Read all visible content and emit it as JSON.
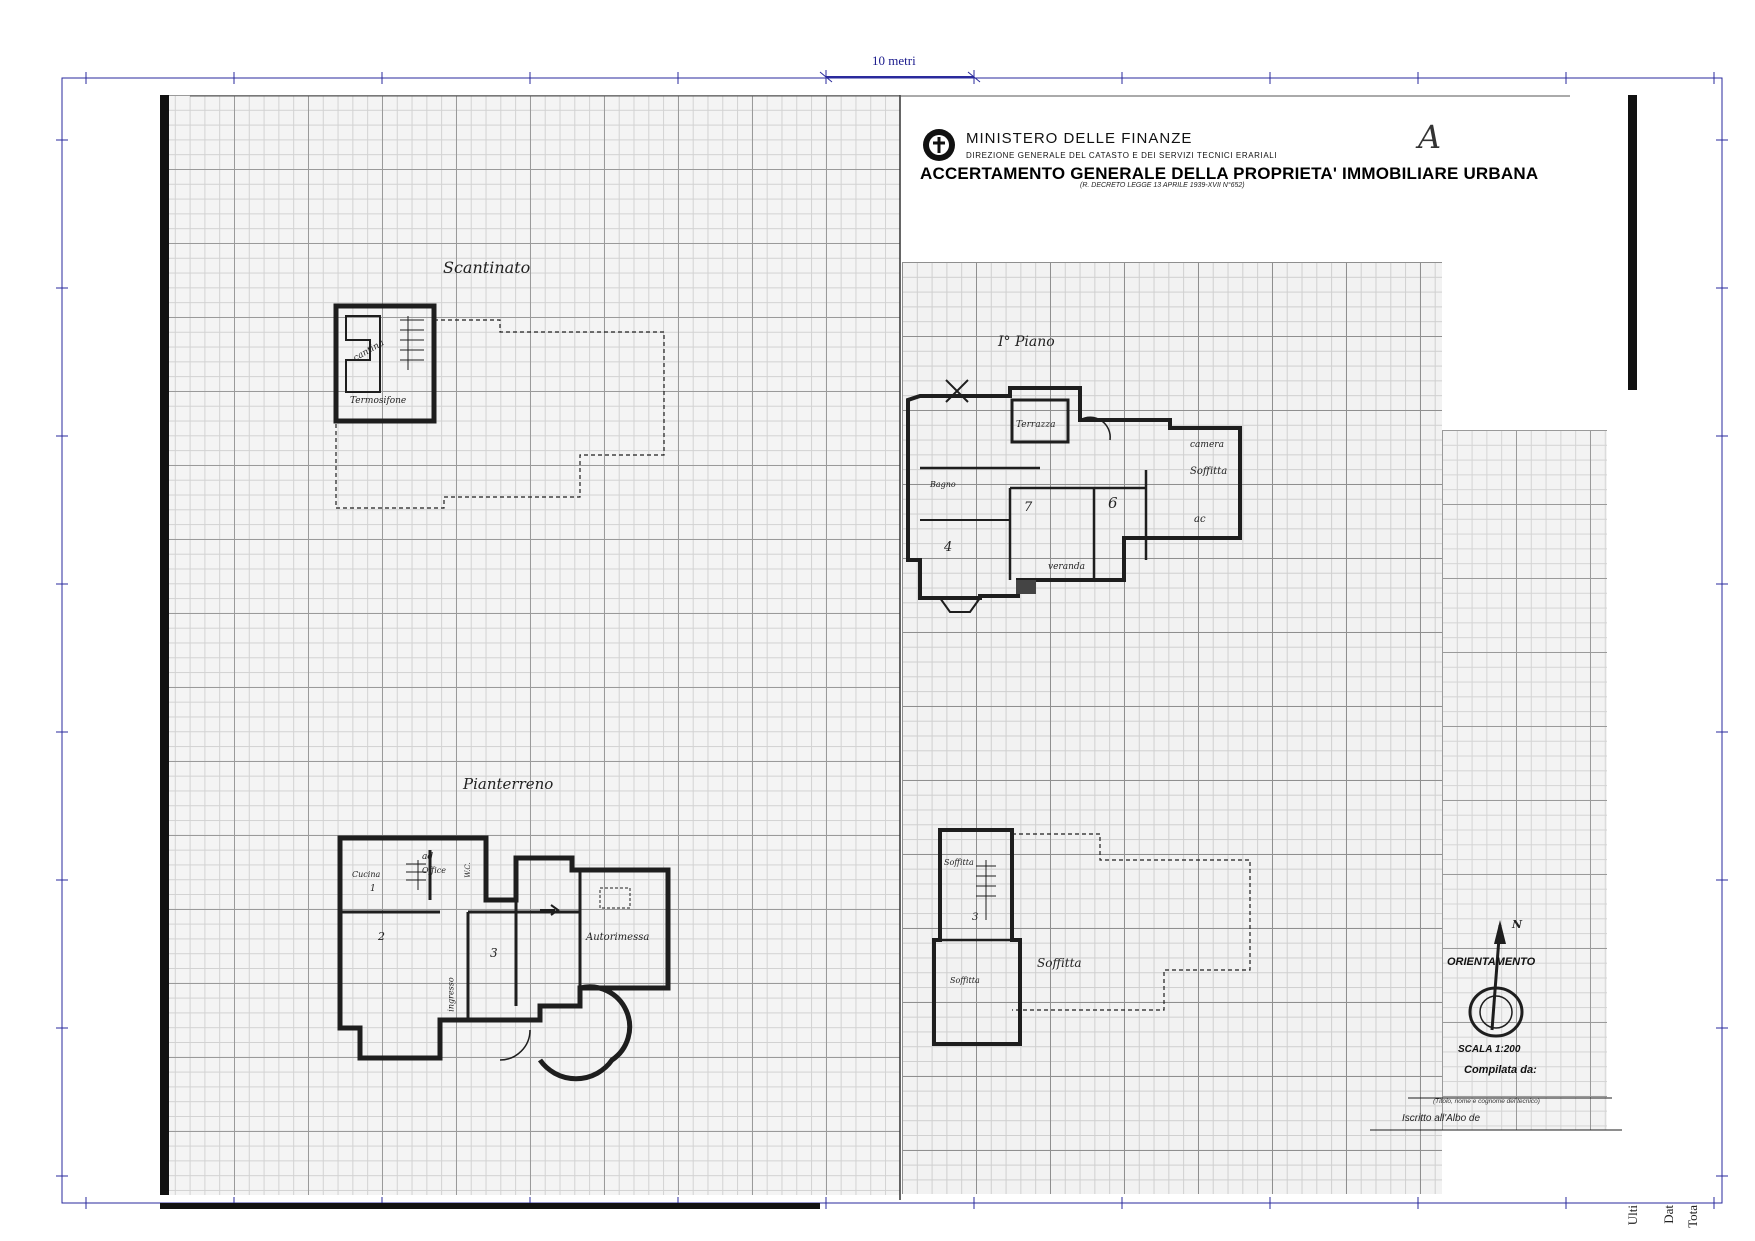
{
  "scale_bar": {
    "label": "10 metri"
  },
  "header": {
    "ministry": "MINISTERO DELLE FINANZE",
    "direction": "DIREZIONE GENERALE DEL CATASTO E DEI SERVIZI TECNICI ERARIALI",
    "title": "ACCERTAMENTO GENERALE DELLA PROPRIETA' IMMOBILIARE URBANA",
    "decree": "(R. DECRETO LEGGE 13 APRILE 1939-XVII N°652)",
    "handwritten_mark": "A"
  },
  "plans": {
    "basement": {
      "title": "Scantinato",
      "rooms": [
        "cantina",
        "Termosifone"
      ]
    },
    "ground_floor": {
      "title": "Pianterreno",
      "rooms": [
        "Cucina",
        "Office",
        "W.C.",
        "ad",
        "1",
        "2",
        "3",
        "Autorimessa",
        "ingresso"
      ]
    },
    "first_floor": {
      "title": "I° Piano",
      "rooms": [
        "Terrazza",
        "camera",
        "Soffitta",
        "Bagno",
        "4",
        "7",
        "6",
        "veranda",
        "ac"
      ]
    },
    "attic": {
      "title": "Soffitta",
      "rooms": [
        "Soffitta",
        "3",
        "Soffitta"
      ]
    }
  },
  "footer": {
    "orientation": "ORIENTAMENTO",
    "north": "N",
    "scale": "SCALA 1:200",
    "compiled_by": "Compilata da:",
    "technician_note": "(Titolo, nome e cognome del tecnico)",
    "register": "Iscritto all'Albo de"
  },
  "side_text": [
    "Ulti",
    "Dat",
    "Tota"
  ],
  "colors": {
    "frame": "#2a2a9c",
    "drawing": "#1e1e1e",
    "grid_major": "#9a9a9a",
    "grid_minor": "#d2d2d2"
  }
}
